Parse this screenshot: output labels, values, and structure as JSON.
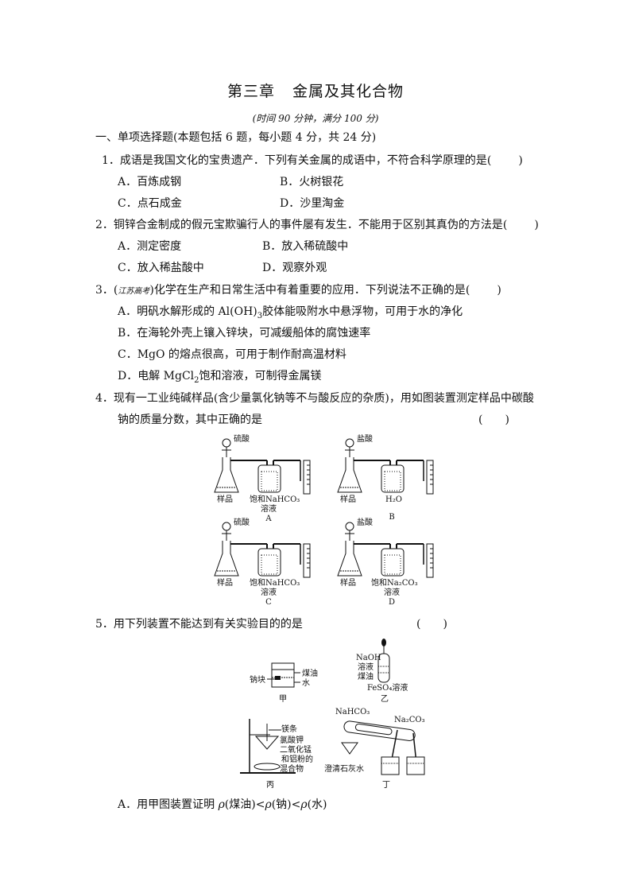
{
  "title": {
    "chapter": "第三章",
    "name": "金属及其化合物"
  },
  "subtitle": "(时间 90 分钟，满分 100 分)",
  "section1": "一、单项选择题(本题包括 6 题，每小题 4 分，共 24 分)",
  "q1": {
    "stem": "1．成语是我国文化的宝贵遗产．下列有关金属的成语中，不符合科学原理的是(",
    "close": ")",
    "a": "A．百炼成钢",
    "b": "B．火树银花",
    "c": "C．点石成金",
    "d": "D．沙里淘金"
  },
  "q2": {
    "stem": "2．铜锌合金制成的假元宝欺骗行人的事件屡有发生．不能用于区别其真伪的方法是(",
    "close": ")",
    "a": "A．测定密度",
    "b": "B．放入稀硫酸中",
    "c": "C．放入稀盐酸中",
    "d": "D．观察外观"
  },
  "q3": {
    "num": "3．(",
    "source": "江苏高考",
    "stem": ")化学在生产和日常生活中有着重要的应用．下列说法不正确的是(",
    "close": ")",
    "a_pre": "A．明矾水解形成的 Al(OH)",
    "a_sub": "3",
    "a_post": "胶体能吸附水中悬浮物，可用于水的净化",
    "b": "B．在海轮外壳上镶入锌块，可减缓船体的腐蚀速率",
    "c": "C．MgO 的熔点很高，可用于制作耐高温材料",
    "d_pre": "D．电解 MgCl",
    "d_sub": "2",
    "d_post": "饱和溶液，可制得金属镁"
  },
  "q4": {
    "stem1": "4．现有一工业纯碱样品(含少量氯化钠等不与酸反应的杂质)，用如图装置测定样品中碳酸",
    "stem2": "钠的质量分数，其中正确的是",
    "paren": "(　　)",
    "figures": [
      {
        "acid": "硫酸",
        "sample": "样品",
        "bottle1": "饱和NaHCO₃",
        "bottle2": "溶液",
        "letter": "A"
      },
      {
        "acid": "盐酸",
        "sample": "样品",
        "bottle1": "H₂O",
        "bottle2": "",
        "letter": "B"
      },
      {
        "acid": "硫酸",
        "sample": "样品",
        "bottle1": "饱和NaHCO₃",
        "bottle2": "溶液",
        "letter": "C"
      },
      {
        "acid": "盐酸",
        "sample": "样品",
        "bottle1": "饱和Na₂CO₃",
        "bottle2": "溶液",
        "letter": "D"
      }
    ]
  },
  "q5": {
    "stem": "5．用下列装置不能达到有关实验目的的是",
    "paren": "(　　)",
    "jia": {
      "kerosene": "煤油",
      "water": "水",
      "sodium": "钠块",
      "label": "甲"
    },
    "yi": {
      "naoh1": "NaOH",
      "naoh2": "溶液",
      "kerosene": "煤油",
      "feso4": "FeSO₄溶液",
      "label": "乙"
    },
    "bing": {
      "mg": "镁条",
      "kclo3": "氯酸钾",
      "mix1": "二氧化锰",
      "mix2": "和铝粉的",
      "mix3": "混合物",
      "label": "丙"
    },
    "ding": {
      "nahco3": "NaHCO₃",
      "na2co3": "Na₂CO₃",
      "limewater": "澄清石灰水",
      "label": "丁"
    },
    "optA_pre": "A．用甲图装置证明 ",
    "optA_rho": "ρ",
    "optA_1": "(煤油)<",
    "optA_2": "(钠)<",
    "optA_3": "(水)"
  }
}
